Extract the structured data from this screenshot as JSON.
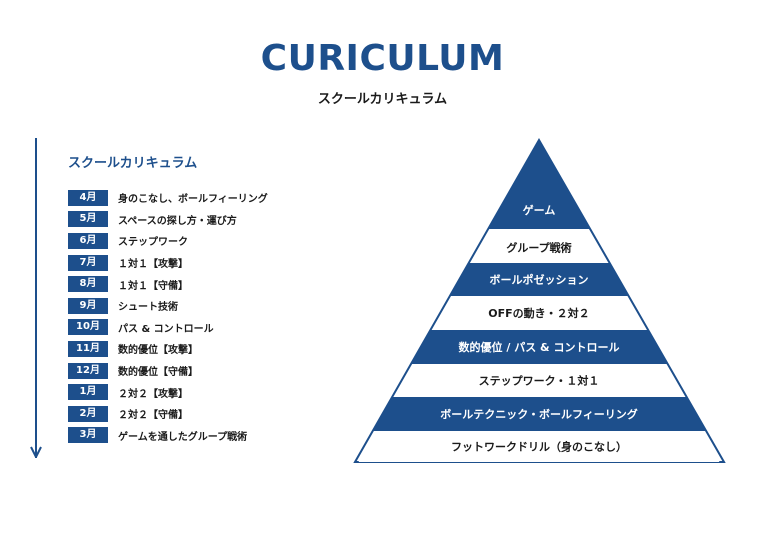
{
  "header": {
    "title": "CURICULUM",
    "subtitle": "スクールカリキュラム"
  },
  "schedule": {
    "title": "スクールカリキュラム",
    "items": [
      {
        "month": "4月",
        "topic": "身のこなし、ボールフィーリング"
      },
      {
        "month": "5月",
        "topic": "スペースの探し方・運び方"
      },
      {
        "month": "6月",
        "topic": "ステップワーク"
      },
      {
        "month": "7月",
        "topic": "１対１【攻撃】"
      },
      {
        "month": "8月",
        "topic": "１対１【守備】"
      },
      {
        "month": "9月",
        "topic": "シュート技術"
      },
      {
        "month": "10月",
        "topic": "パス & コントロール"
      },
      {
        "month": "11月",
        "topic": "数的優位【攻撃】"
      },
      {
        "month": "12月",
        "topic": "数的優位【守備】"
      },
      {
        "month": "1月",
        "topic": "２対２【攻撃】"
      },
      {
        "month": "2月",
        "topic": "２対２【守備】"
      },
      {
        "month": "3月",
        "topic": "ゲームを通したグループ戦術"
      }
    ]
  },
  "pyramid": {
    "levels": [
      {
        "label": "ゲーム",
        "style": "filled"
      },
      {
        "label": "グループ戦術",
        "style": "outline"
      },
      {
        "label": "ボールポゼッション",
        "style": "filled"
      },
      {
        "label": "OFFの動き・２対２",
        "style": "outline"
      },
      {
        "label": "数的優位 / パス & コントロール",
        "style": "filled"
      },
      {
        "label": "ステップワーク・１対１",
        "style": "outline"
      },
      {
        "label": "ボールテクニック・ボールフィーリング",
        "style": "filled"
      },
      {
        "label": "フットワークドリル（身のこなし）",
        "style": "outline"
      }
    ]
  },
  "colors": {
    "accent": "#1d4f8c",
    "text": "#1a1a1a",
    "background": "#ffffff"
  }
}
